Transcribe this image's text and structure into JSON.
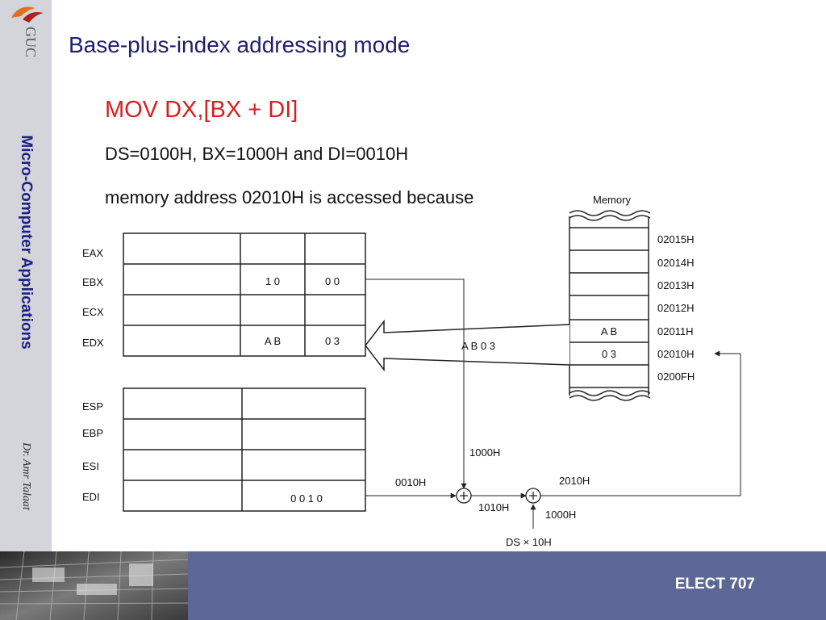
{
  "slide": {
    "title": "Base-plus-index addressing mode",
    "instruction": "MOV DX,[BX + DI]",
    "line1": "DS=0100H, BX=1000H and DI=0010H",
    "line2": "memory address 02010H is accessed because"
  },
  "sidebar": {
    "logo_text": "GUC",
    "title": "Micro-Computer Applications",
    "author": "Dr. Amr Talaat"
  },
  "footer": {
    "label": "ELECT 707"
  },
  "diagram": {
    "registers_top": [
      {
        "name": "EAX",
        "hi": "",
        "lo": ""
      },
      {
        "name": "EBX",
        "hi": "1 0",
        "lo": "0 0"
      },
      {
        "name": "ECX",
        "hi": "",
        "lo": ""
      },
      {
        "name": "EDX",
        "hi": "A B",
        "lo": "0 3"
      }
    ],
    "registers_bottom": [
      {
        "name": "ESP",
        "value": ""
      },
      {
        "name": "EBP",
        "value": ""
      },
      {
        "name": "ESI",
        "value": ""
      },
      {
        "name": "EDI",
        "value": "0 0 1 0"
      }
    ],
    "memory_label": "Memory",
    "memory": [
      {
        "addr": "02015H",
        "value": ""
      },
      {
        "addr": "02014H",
        "value": ""
      },
      {
        "addr": "02013H",
        "value": ""
      },
      {
        "addr": "02012H",
        "value": ""
      },
      {
        "addr": "02011H",
        "value": "A B"
      },
      {
        "addr": "02010H",
        "value": "0 3"
      },
      {
        "addr": "0200FH",
        "value": ""
      }
    ],
    "arrow_label": "A B 0 3",
    "bx_value": "1000H",
    "di_value": "0010H",
    "sum1": "1010H",
    "sum2": "2010H",
    "ds_value": "1000H",
    "ds_label": "DS × 10H"
  }
}
